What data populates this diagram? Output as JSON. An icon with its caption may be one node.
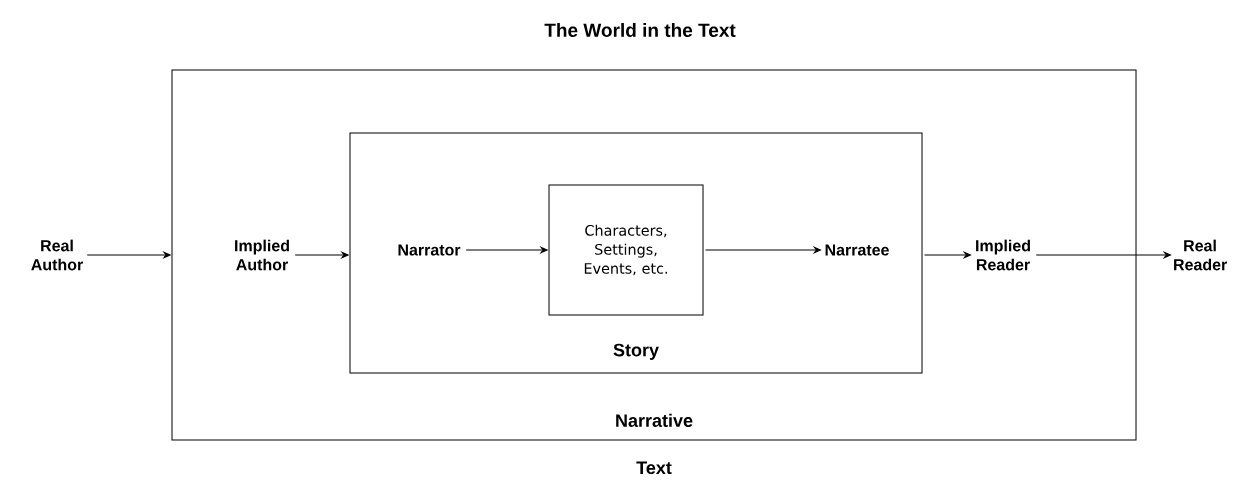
{
  "diagram": {
    "title": "The  World in the Text",
    "nodes": [
      {
        "text": [
          "Real Author"
        ]
      },
      {
        "text": [
          "Narrative"
        ],
        "beside": [
          "Text"
        ]
      },
      {
        "text": [
          "Implied Author"
        ],
        "in": 1
      },
      {
        "text": [
          "Story"
        ],
        "in": 1
      },
      {
        "text": [
          "Narrator"
        ],
        "in": 3
      },
      {
        "text": [
          "Characters, Settings, Events, etc."
        ],
        "in": 3
      },
      {
        "text": [
          "Narratee"
        ],
        "in": 3
      },
      {
        "text": [
          "Implied Reader"
        ],
        "in": 1
      },
      {
        "text": [
          "Real Reader"
        ]
      }
    ],
    "edges": [
      {
        "from": 0,
        "to": 1,
        "arrow": "to"
      },
      {
        "from": 2,
        "to": 3,
        "arrow": "to"
      },
      {
        "from": 4,
        "to": 5,
        "arrow": "to"
      },
      {
        "from": 5,
        "to": 6,
        "arrow": "to"
      },
      {
        "from": 3,
        "to": 7,
        "arrow": "to"
      },
      {
        "from": 7,
        "to": 8,
        "arrow": "to"
      }
    ]
  }
}
